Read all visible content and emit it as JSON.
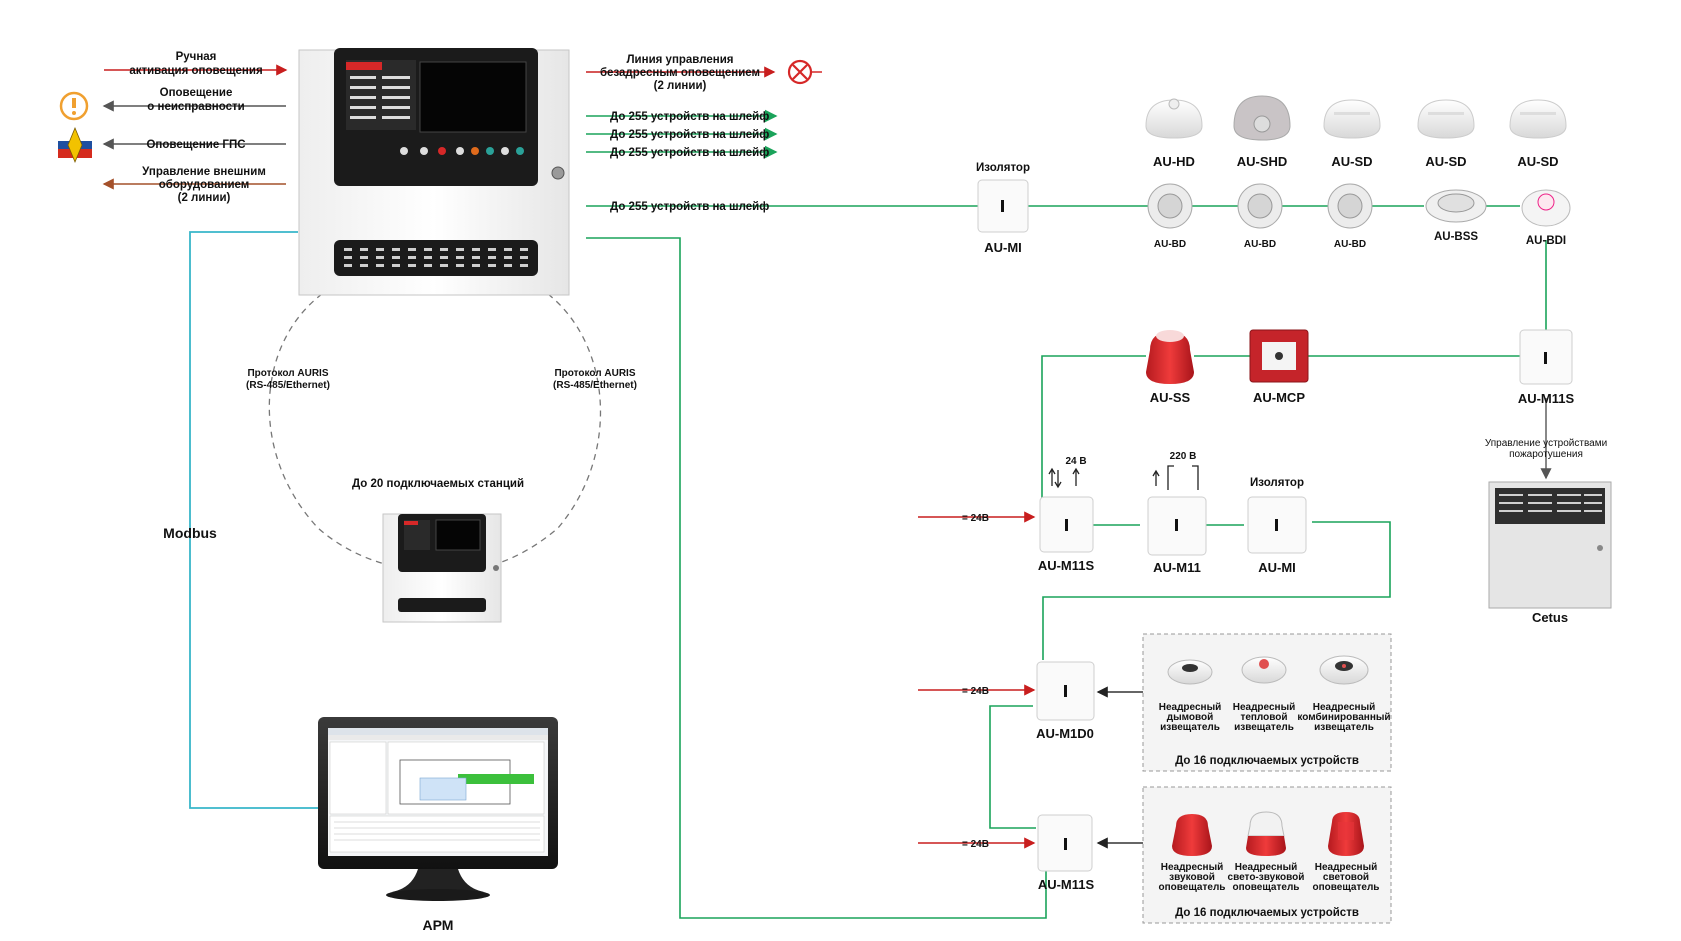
{
  "panel_left": {
    "manual_activation": [
      "Ручная",
      "активация оповещения"
    ],
    "fault_alert": [
      "Оповещение",
      "о неисправности"
    ],
    "gps_alert": "Оповещение ГПС",
    "external_control": [
      "Управление внешним",
      "оборудованием",
      "(2 линии)"
    ]
  },
  "panel_right": {
    "addressless_line": [
      "Линия управления",
      "безадресным оповещением",
      "(2 линии)"
    ],
    "loop_label": "До 255 устройств на шлейф"
  },
  "protocol": [
    "Протокол AURIS",
    "(RS-485/Ethernet)"
  ],
  "stations_label": "До 20 подключаемых станций",
  "modbus": "Modbus",
  "arm": "АРМ",
  "isolator_word": "Изолятор",
  "top_detectors": [
    "AU-HD",
    "AU-SHD",
    "AU-SD",
    "AU-SD",
    "AU-SD"
  ],
  "bases": [
    "AU-BD",
    "AU-BD",
    "AU-BD",
    "AU-BSS",
    "AU-BDI"
  ],
  "modules": {
    "au_mi": "AU-MI",
    "au_m11s": "AU-M11S",
    "au_m11": "AU-M11",
    "au_m1d0": "AU-M1D0",
    "au_ss": "AU-SS",
    "au_mcp": "AU-MCP"
  },
  "fire_ext": [
    "Управление устройствами",
    "пожаротушения"
  ],
  "cetus": "Cetus",
  "v24": "24 В",
  "v220": "220 В",
  "power": "= 24В",
  "group1": {
    "items": [
      [
        "Неадресный",
        "дымовой",
        "извещатель"
      ],
      [
        "Неадресный",
        "тепловой",
        "извещатель"
      ],
      [
        "Неадресный",
        "комбинированный",
        "извещатель"
      ]
    ],
    "footer": "До 16 подключаемых устройств"
  },
  "group2": {
    "items": [
      [
        "Неадресный",
        "звуковой",
        "оповещатель"
      ],
      [
        "Неадресный",
        "свето-звуковой",
        "оповещатель"
      ],
      [
        "Неадресный",
        "световой",
        "оповещатель"
      ]
    ],
    "footer": "До 16 подключаемых устройств"
  },
  "colors": {
    "loop_wire": "#1aa35a",
    "modbus_wire": "#38b6c9",
    "manual_wire": "#c81e1e",
    "external_wire": "#a4502a",
    "status_wire": "#555555",
    "sounder_red": "#d9262b"
  }
}
